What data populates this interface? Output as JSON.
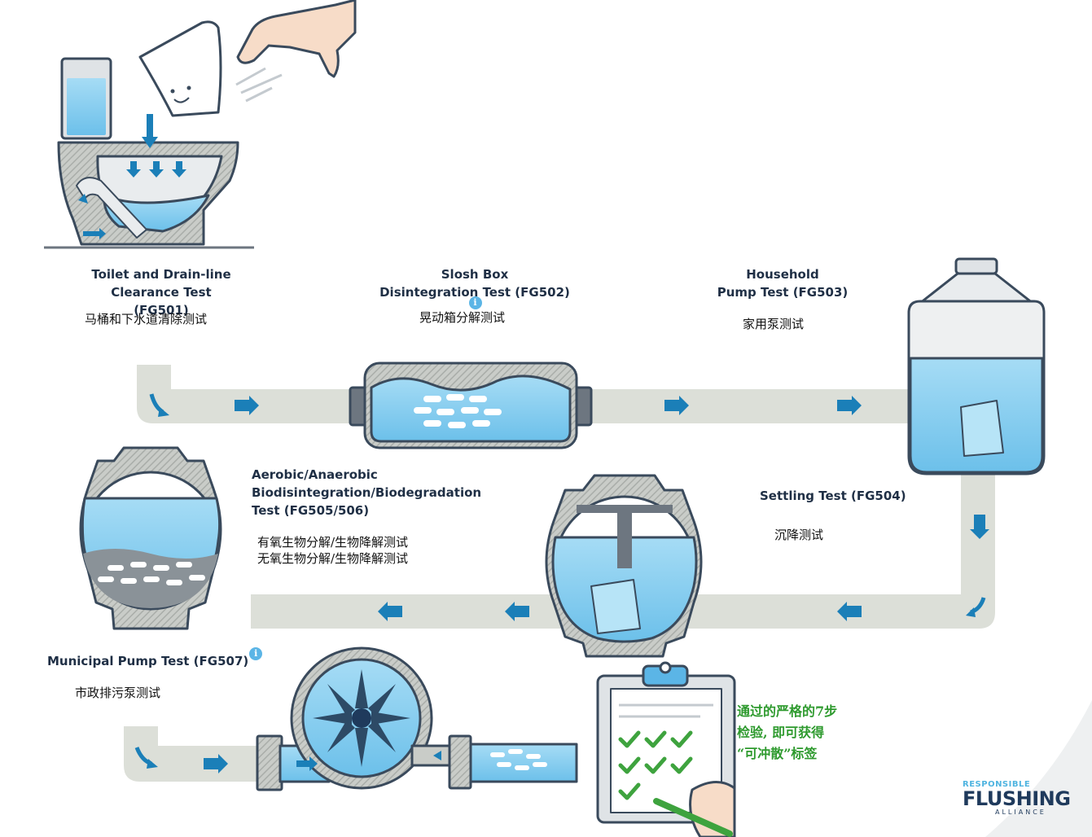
{
  "steps": {
    "toilet": {
      "title_line1": "Toilet and Drain-line",
      "title_line2": "Clearance Test (FG501)",
      "zh": "马桶和下水道清除测试"
    },
    "slosh": {
      "title_line1": "Slosh Box",
      "title_line2": "Disintegration Test (FG502)",
      "zh": "晃动箱分解测试"
    },
    "household_pump": {
      "title_line1": "Household",
      "title_line2": "Pump Test (FG503)",
      "zh": "家用泵测试"
    },
    "bio": {
      "title_line1": "Aerobic/Anaerobic",
      "title_line2": "Biodisintegration/Biodegradation",
      "title_line3": "Test (FG505/506)",
      "zh_line1": "有氧生物分解/生物降解测试",
      "zh_line2": "无氧生物分解/生物降解测试"
    },
    "settling": {
      "title": "Settling Test (FG504)",
      "zh": "沉降测试"
    },
    "municipal_pump": {
      "title": "Municipal Pump Test (FG507)",
      "zh": "市政排污泵测试"
    }
  },
  "info_icon": "i",
  "result": {
    "line1": "通过的严格的7步",
    "line2": "检验, 即可获得",
    "line3": "“可冲散”标签"
  },
  "brand": {
    "top": "RESPONSIBLE",
    "main": "FLUSHING",
    "bottom": "ALLIANCE"
  },
  "colors": {
    "pipe": "#dcdfd8",
    "water": "#8fd0f0",
    "arrow": "#1b7fb8",
    "outline": "#3a4a5c",
    "checks": "#3ea33e",
    "result_text": "#2e9a2e"
  }
}
